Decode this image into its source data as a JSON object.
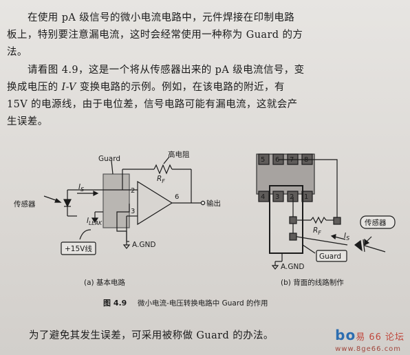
{
  "body": {
    "p1_line1": "在使用 pA 级信号的微小电流电路中，元件焊接在印制电路",
    "p1_line2": "板上，特别要注意漏电流，这时会经常使用一种称为 Guard 的方",
    "p1_line3": "法。",
    "p2_line1": "请看图 4.9，这是一个将从传感器出来的 pA 级电流信号，变",
    "p2_line2_a": "换成电压的 ",
    "p2_line2_iv": "I-V",
    "p2_line2_b": " 变换电路的示例。例如，在该电路的附近，有",
    "p2_line3": "15V 的电源线，由于电位差，信号电路可能有漏电流，这就会产",
    "p2_line4": "生误差。",
    "p3": "为了避免其发生误差，可采用被称做 Guard 的办法。"
  },
  "figure": {
    "a": {
      "guard": "Guard",
      "high_r": "高电阻",
      "rf": "R",
      "rf_sub": "F",
      "is": "I",
      "is_sub": "S",
      "sensor": "传感器",
      "ileak": "I",
      "ileak_sub": "LEAK",
      "v15": "+15V线",
      "agnd": "A.GND",
      "output": "输出",
      "pin2": "2",
      "pin3": "3",
      "pin6": "6",
      "caption": "(a) 基本电路"
    },
    "b": {
      "pins_top": [
        "5",
        "6",
        "7",
        "8"
      ],
      "pins_bottom": [
        "4",
        "3",
        "2",
        "1"
      ],
      "rf": "R",
      "rf_sub": "F",
      "is": "I",
      "is_sub": "S",
      "sensor": "传感器",
      "guard": "Guard",
      "agnd": "A.GND",
      "caption": "(b) 背面的线路制作"
    },
    "caption_num": "图 4.9",
    "caption_text": "微小电流-电压转换电路中 Guard 的作用"
  },
  "watermark": {
    "site": "易 66 论坛",
    "url": "www.8ge66.com"
  }
}
